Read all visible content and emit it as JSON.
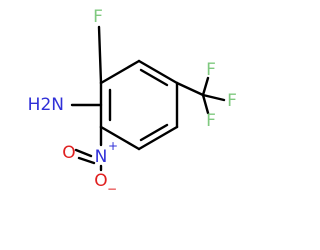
{
  "molecule": {
    "atoms": {
      "f_ring": "F",
      "amine": "H2N",
      "f_top": "F",
      "f_right": "F",
      "f_bottom": "F",
      "nitro_n": "N",
      "nitro_o_left": "O",
      "nitro_o_bottom": "O",
      "charge_plus": "+",
      "charge_minus": "−"
    },
    "colors": {
      "bond": "#000000",
      "fluorine": "#7fc97f",
      "nitrogen": "#3030d8",
      "oxygen": "#e02020"
    }
  }
}
